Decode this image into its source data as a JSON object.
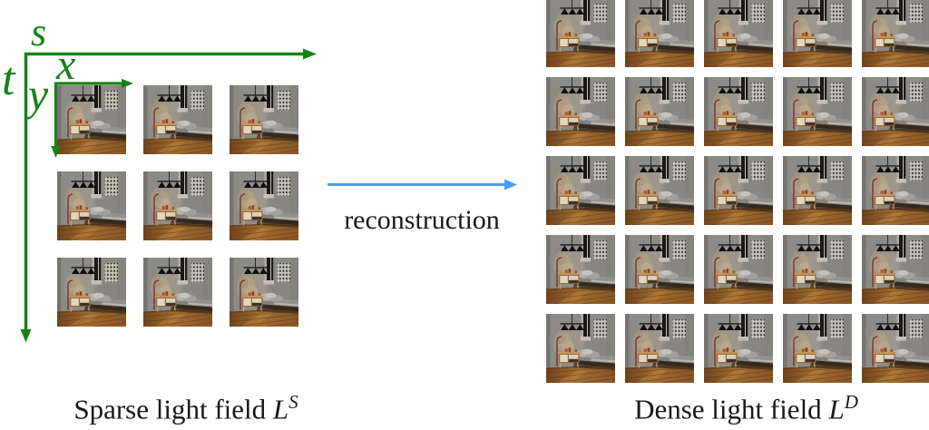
{
  "axes": {
    "outer_horizontal_label": "s",
    "outer_vertical_label": "t",
    "inner_horizontal_label": "x",
    "inner_vertical_label": "y",
    "color": "#168216"
  },
  "sparse": {
    "rows": 3,
    "cols": 3,
    "caption_prefix": "Sparse light field ",
    "caption_symbol": "L",
    "caption_superscript": "S"
  },
  "dense": {
    "rows": 5,
    "cols": 5,
    "caption_prefix": "Dense light field ",
    "caption_symbol": "L",
    "caption_superscript": "D"
  },
  "reconstruction": {
    "label": "reconstruction",
    "arrow_color": "#4b9bf5"
  },
  "thumbnail": {
    "scene": "bedroom-scene-with-pendant-lamp-sideboard-and-bed"
  }
}
